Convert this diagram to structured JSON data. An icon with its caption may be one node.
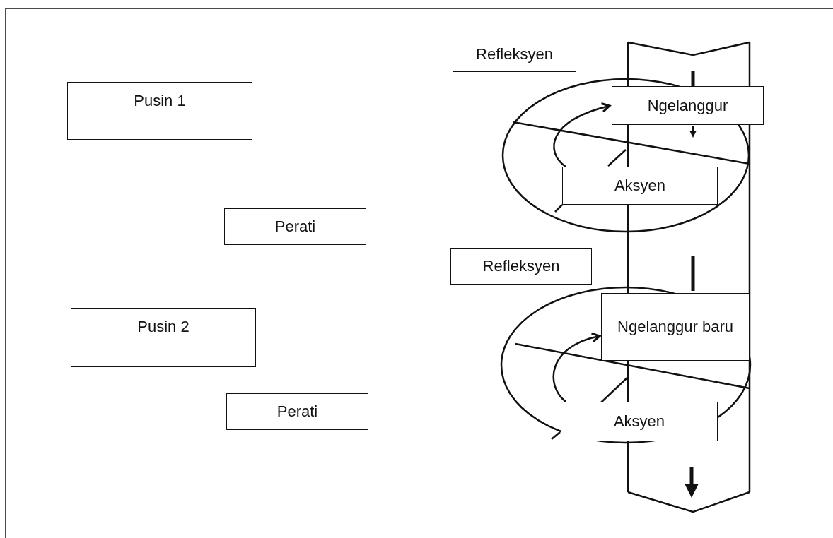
{
  "diagram": {
    "nodes": [
      {
        "text": [
          "Refleksyen"
        ]
      },
      {
        "text": [
          "Pusin 1"
        ]
      },
      {
        "text": [
          "Ngelanggur"
        ]
      },
      {
        "text": [
          "Aksyen"
        ]
      },
      {
        "text": [
          "Perati"
        ]
      },
      {
        "text": [
          "Refleksyen"
        ]
      },
      {
        "text": [
          "Pusin 2"
        ]
      },
      {
        "text": [
          "Ngelanggur baru"
        ]
      },
      {
        "text": [
          "Aksyen"
        ]
      },
      {
        "text": [
          "Perati"
        ]
      }
    ],
    "edges": [
      {
        "from": 3,
        "to": 2,
        "arrow": "to"
      },
      {
        "from": 8,
        "to": 7,
        "arrow": "to"
      }
    ]
  }
}
